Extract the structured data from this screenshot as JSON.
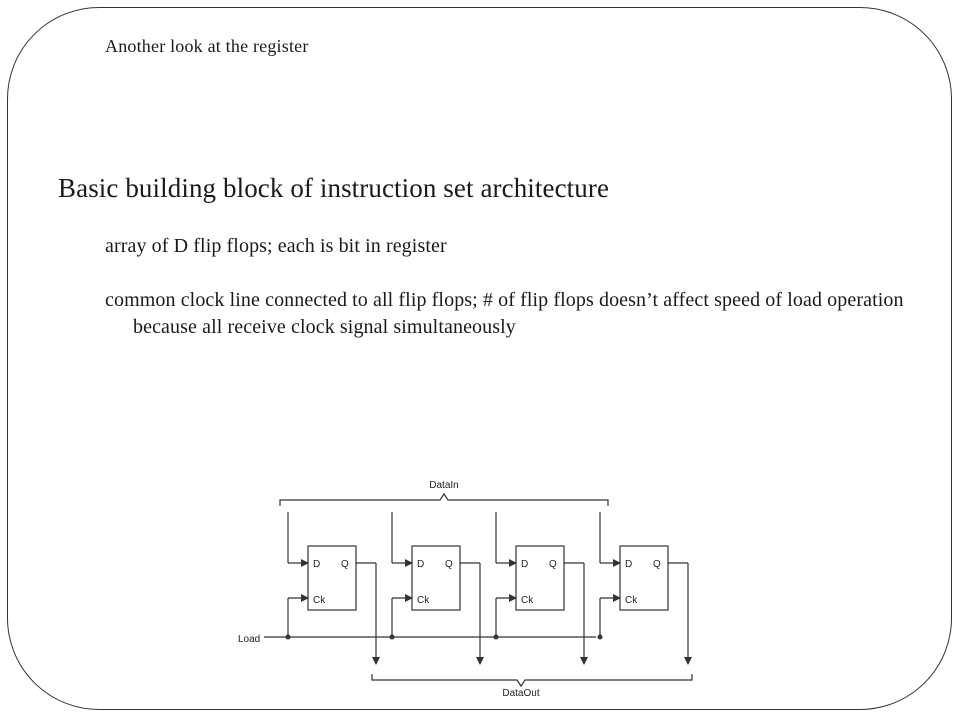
{
  "slide": {
    "title": "Another look at the register",
    "heading": "Basic building block of instruction set architecture",
    "bullets": [
      "array of D flip flops; each is bit in register",
      "common clock line connected to all flip flops; # of flip flops doesn’t affect speed of load operation because all receive clock signal simultaneously"
    ]
  },
  "diagram": {
    "bus_in_label": "DataIn",
    "bus_out_label": "DataOut",
    "load_label": "Load",
    "flip_flop_count": 4,
    "flip_flop": {
      "d_label": "D",
      "q_label": "Q",
      "clock_label": "Ck"
    },
    "colors": {
      "line": "#333333",
      "box_fill": "#ffffff"
    }
  }
}
